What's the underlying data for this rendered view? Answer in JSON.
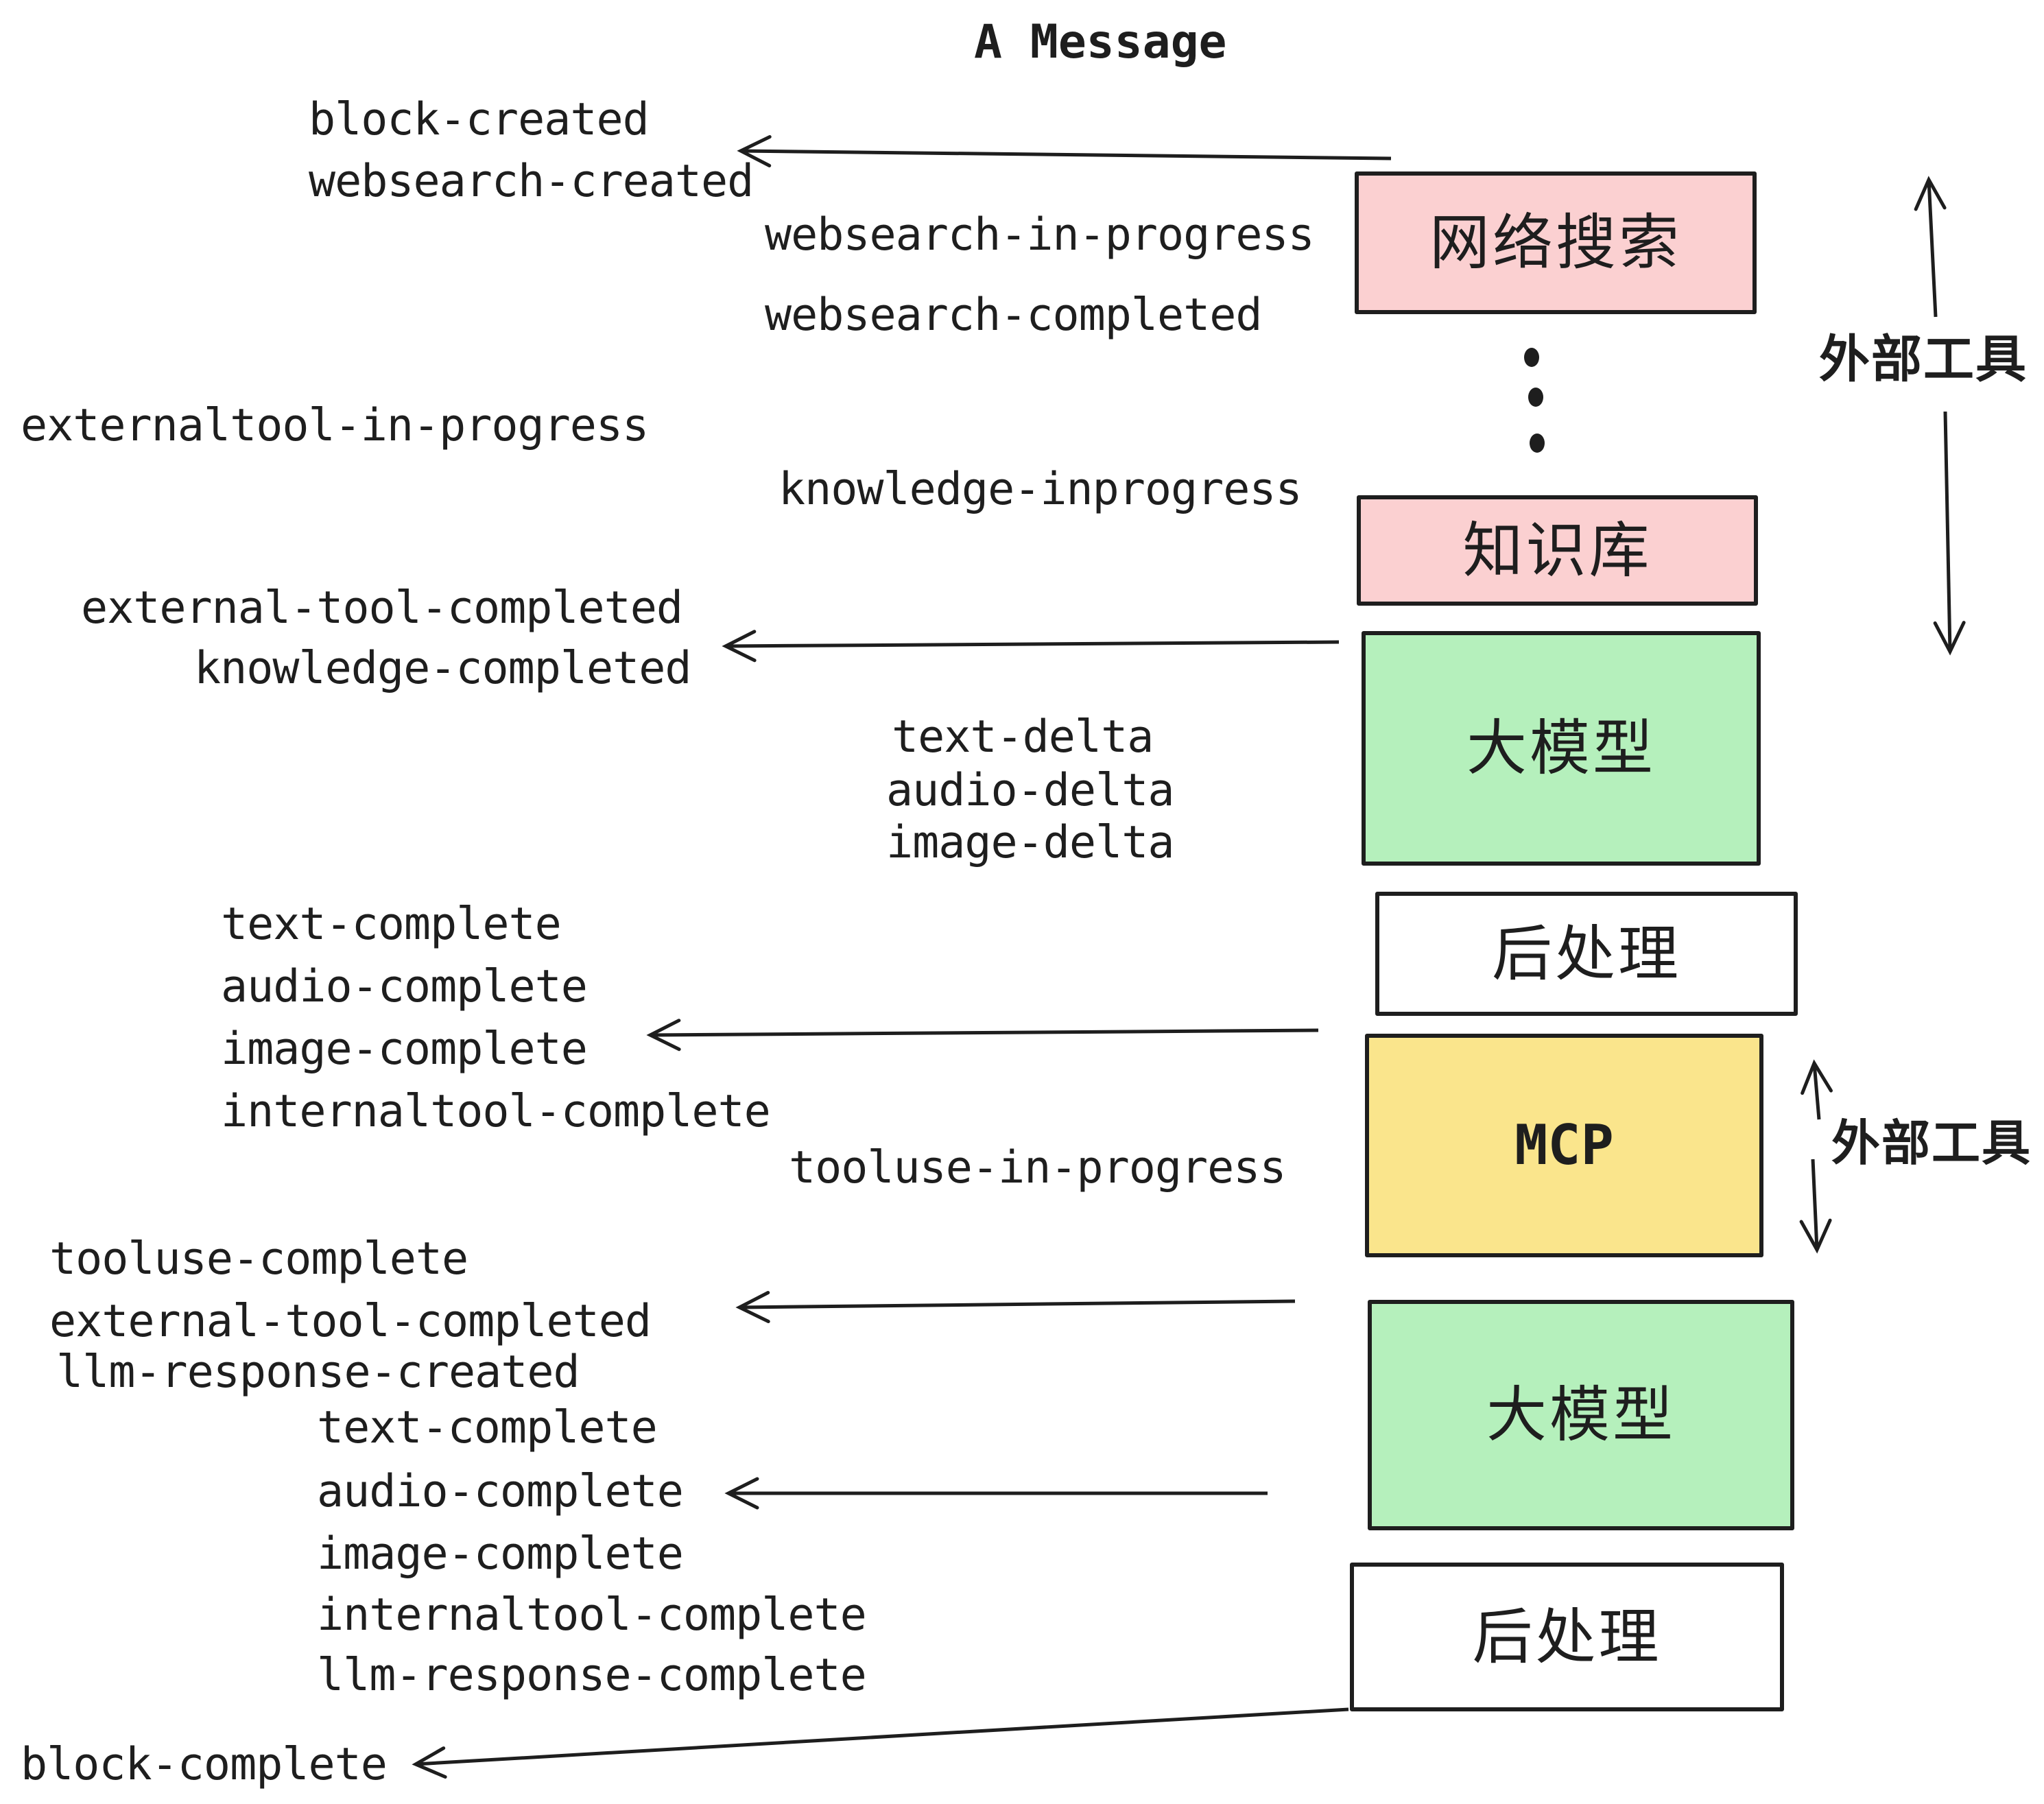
{
  "title": "A Message",
  "colors": {
    "background": "#ffffff",
    "stroke": "#1e1e1e",
    "pink_box": "#fbd0d1",
    "green_box": "#b5f0bc",
    "yellow_box": "#fae58c",
    "white_box": "#ffffff"
  },
  "boxes": [
    {
      "id": "websearch",
      "label": "网络搜索",
      "color": "#fbd0d1"
    },
    {
      "id": "knowledge",
      "label": "知识库",
      "color": "#fbd0d1"
    },
    {
      "id": "llm-1",
      "label": "大模型",
      "color": "#b5f0bc"
    },
    {
      "id": "post-1",
      "label": "后处理",
      "color": "#ffffff"
    },
    {
      "id": "mcp",
      "label": "MCP",
      "color": "#fae58c"
    },
    {
      "id": "llm-2",
      "label": "大模型",
      "color": "#b5f0bc"
    },
    {
      "id": "post-2",
      "label": "后处理",
      "color": "#ffffff"
    }
  ],
  "side_labels": [
    {
      "id": "external-tools-1",
      "text": "外部工具"
    },
    {
      "id": "external-tools-2",
      "text": "外部工具"
    }
  ],
  "events": [
    {
      "text": "block-created"
    },
    {
      "text": "websearch-created"
    },
    {
      "text": "websearch-in-progress"
    },
    {
      "text": "websearch-completed"
    },
    {
      "text": "externaltool-in-progress"
    },
    {
      "text": "knowledge-inprogress"
    },
    {
      "text": "external-tool-completed"
    },
    {
      "text": "knowledge-completed"
    },
    {
      "text": "text-delta"
    },
    {
      "text": "audio-delta"
    },
    {
      "text": "image-delta"
    },
    {
      "text": "text-complete"
    },
    {
      "text": "audio-complete"
    },
    {
      "text": "image-complete"
    },
    {
      "text": "internaltool-complete"
    },
    {
      "text": "tooluse-in-progress"
    },
    {
      "text": "tooluse-complete"
    },
    {
      "text": "external-tool-completed"
    },
    {
      "text": "llm-response-created"
    },
    {
      "text": "text-complete"
    },
    {
      "text": "audio-complete"
    },
    {
      "text": "image-complete"
    },
    {
      "text": "internaltool-complete"
    },
    {
      "text": "llm-response-complete"
    },
    {
      "text": "block-complete"
    }
  ]
}
